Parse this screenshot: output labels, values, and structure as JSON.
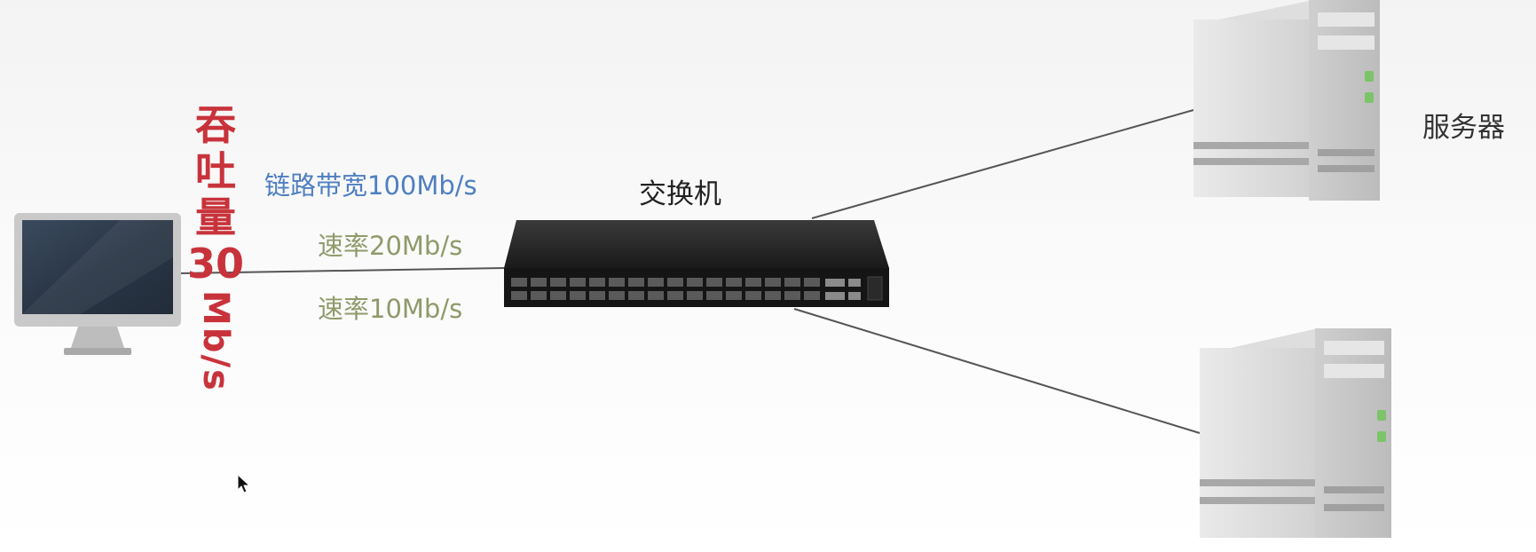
{
  "labels": {
    "throughput_chars": [
      "吞",
      "吐",
      "量"
    ],
    "throughput_number": "30",
    "throughput_unit": "Mb/s",
    "link_bandwidth": "链路带宽100Mb/s",
    "rate_1": "速率20Mb/s",
    "rate_2": "速率10Mb/s",
    "switch": "交换机",
    "server": "服务器"
  },
  "colors": {
    "throughput": "#c8333b",
    "bandwidth": "#4f7fc0",
    "rate": "#8f9a6a",
    "link_line": "#555555"
  },
  "icons": [
    "monitor-icon",
    "switch-icon",
    "server-icon",
    "cursor-icon"
  ]
}
